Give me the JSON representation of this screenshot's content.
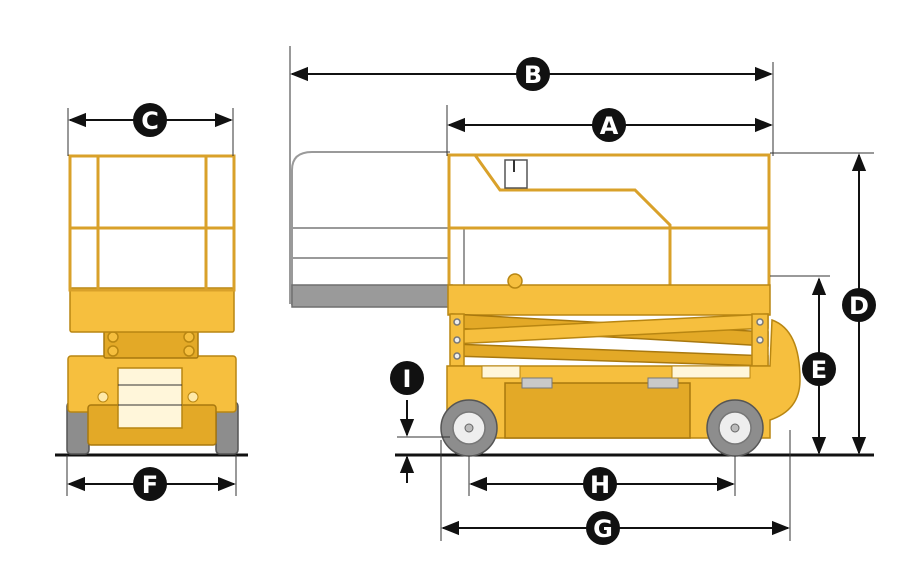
{
  "diagram": {
    "labels": {
      "A": "A",
      "B": "B",
      "C": "C",
      "D": "D",
      "E": "E",
      "F": "F",
      "G": "G",
      "H": "H",
      "I": "I"
    },
    "colors": {
      "machine_yellow": "#f6bf3e",
      "machine_outline": "#b88612",
      "tire_grey": "#8d8d8d",
      "label_black": "#111111",
      "label_text": "#ffffff"
    }
  }
}
